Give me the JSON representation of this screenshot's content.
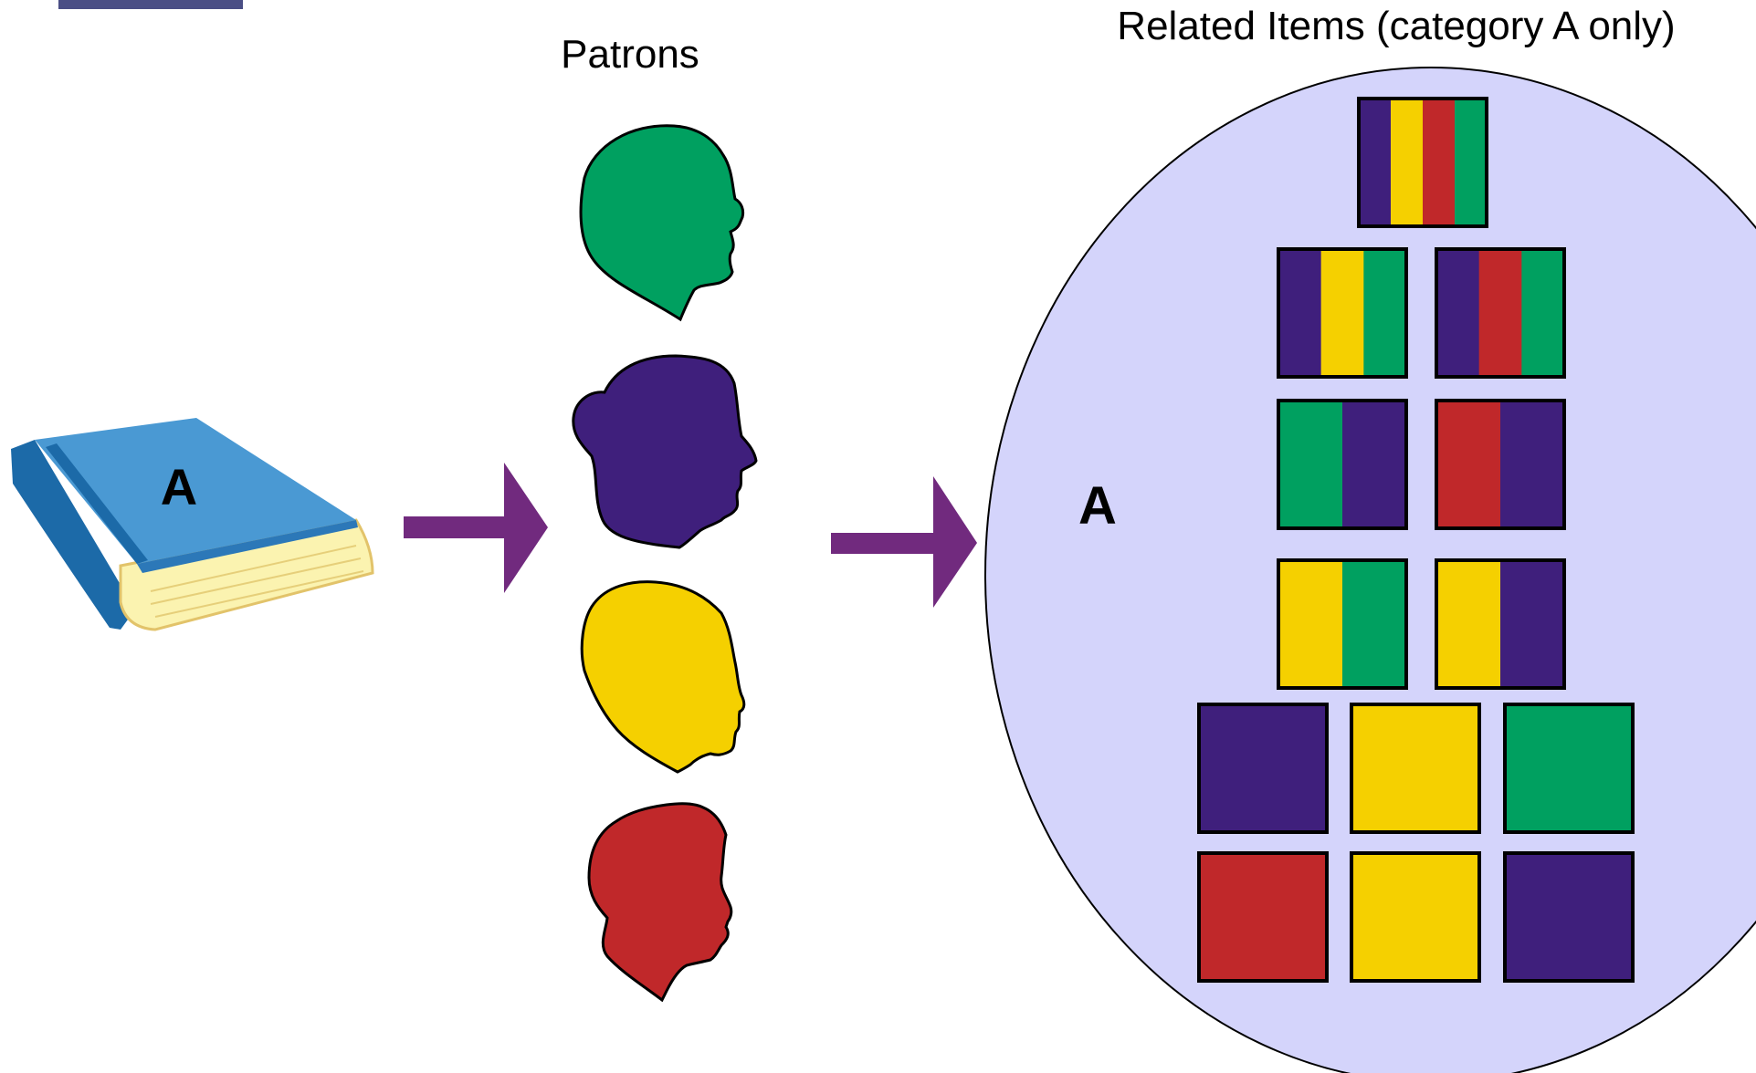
{
  "patrons_heading": "Patrons",
  "related_heading": "Related Items (category A only)",
  "book_letter": "A",
  "cluster_letter": "A",
  "colors": {
    "purple": "#3f1f7c",
    "yellow": "#f5d000",
    "green": "#00a060",
    "red": "#c0282a",
    "arrow": "#712a7e",
    "cluster_fill": "#d4d4fb",
    "book_cover": "#4a99d3",
    "book_spine": "#1c6aa8",
    "book_pages": "#fbf3b0",
    "corner_tab": "#4a4e85"
  },
  "patrons": [
    {
      "color": "green",
      "icon": "head-silhouette-icon"
    },
    {
      "color": "purple",
      "icon": "head-bun-silhouette-icon"
    },
    {
      "color": "yellow",
      "icon": "head-silhouette-icon"
    },
    {
      "color": "red",
      "icon": "head-silhouette-icon"
    }
  ],
  "item_rows": [
    [
      [
        "purple",
        "yellow",
        "red",
        "green"
      ]
    ],
    [
      [
        "purple",
        "yellow",
        "green"
      ],
      [
        "purple",
        "red",
        "green"
      ]
    ],
    [
      [
        "green",
        "purple"
      ],
      [
        "red",
        "purple"
      ]
    ],
    [
      [
        "yellow",
        "green"
      ],
      [
        "yellow",
        "purple"
      ]
    ],
    [
      [
        "purple"
      ],
      [
        "yellow"
      ],
      [
        "green"
      ]
    ],
    [
      [
        "red"
      ],
      [
        "yellow"
      ],
      [
        "purple"
      ]
    ]
  ]
}
